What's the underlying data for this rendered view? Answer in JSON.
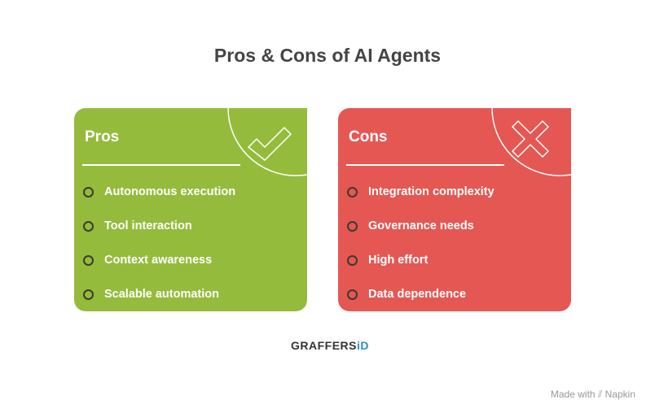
{
  "title": "Pros & Cons of AI Agents",
  "colors": {
    "pros": "#94bb3c",
    "cons": "#e55753"
  },
  "pros": {
    "heading": "Pros",
    "icon": "check-icon",
    "items": [
      "Autonomous execution",
      "Tool interaction",
      "Context awareness",
      "Scalable automation"
    ]
  },
  "cons": {
    "heading": "Cons",
    "icon": "x-icon",
    "items": [
      "Integration complexity",
      "Governance needs",
      "High effort",
      "Data dependence"
    ]
  },
  "logo": {
    "text": "GRAFFERS",
    "accent": "iD"
  },
  "footer": {
    "made_with": "Made with",
    "brand": "Napkin"
  }
}
